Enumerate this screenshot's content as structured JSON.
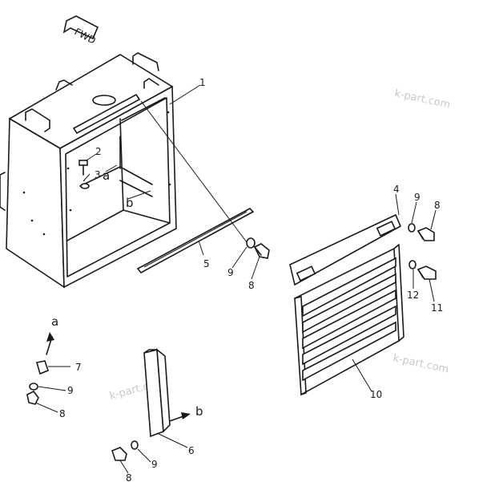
{
  "fwd_label": "FWD",
  "part_numbers": {
    "p1": "1",
    "p2": "2",
    "p3": "3",
    "p4": "4",
    "p5": "5",
    "p6": "6",
    "p7": "7",
    "p8a": "8",
    "p8b": "8",
    "p8c": "8",
    "p8d": "8",
    "p9a": "9",
    "p9b": "9",
    "p9c": "9",
    "p9d": "9",
    "p10": "10",
    "p11": "11",
    "p12": "12"
  },
  "detail_refs": {
    "a_main": "a",
    "b_main": "b",
    "a_detail": "a",
    "b_detail": "b"
  },
  "watermark": "k-part.com"
}
